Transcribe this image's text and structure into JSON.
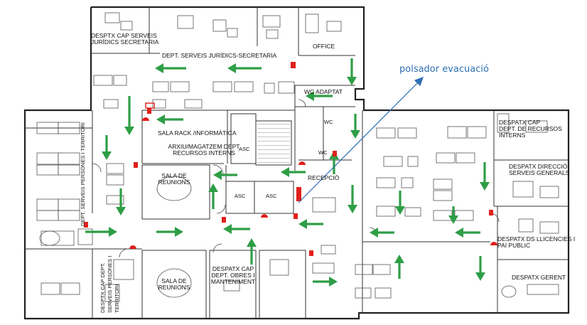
{
  "rooms": {
    "despatx_cap_serveis_juridics": [
      "DESPTX CAP SERVEIS",
      "JURÍDICS SECRETARIA"
    ],
    "dept_serveis_juridics": "DEPT. SERVEIS JURÍDICS-SECRETARIA",
    "office": "OFFICE",
    "wc_adaptat": "WC ADAPTAT",
    "wc_1": "WC",
    "wc_2": "WC",
    "sala_rack": "SALA RACK /INFORMÀTICA",
    "arxiu_magatzem": [
      "ARXIU/MAGATZEM DEPT",
      "RECURSOS INTERNS"
    ],
    "asc_1": "ASC",
    "asc_2": "ASC",
    "asc_3": "ASC",
    "recepcio": "RECEPCIÓ",
    "sala_reunions_1": [
      "SALA DE",
      "REUNIONS"
    ],
    "sala_reunions_2": [
      "SALA DE",
      "REUNIONS"
    ],
    "dept_serveis_persones": "DEPT. SERVEIS PERSONES I TERRITORI",
    "despatx_cap_dept": [
      "DESPTX CAP DEPT.",
      "SERVEIS PERSONES I",
      "TERRITORI"
    ],
    "despatx_cap_obres": [
      "DESPATX CAP",
      "DEPT. OBRES I",
      "MANTENIMENT"
    ],
    "despatx_direccio_recursos": [
      "DESPATX CAP",
      "DEPT. DE RECURSOS",
      "INTERNS"
    ],
    "despatx_direccio_serveis": [
      "DESPATX DIRECCIÓ",
      "SERVEIS GENERALS"
    ],
    "despatx_llicencies": [
      "DESPATX DS LLICENCIES I",
      "PAI PUBLIC"
    ],
    "despatx_gerent": "DESPATX GERENT"
  },
  "annotation": "polsador evacuació",
  "colors": {
    "arrow": "#2e9e46",
    "alarm": "#e0201b",
    "annotation": "#2e6fb5",
    "wall": "#222222",
    "furniture": "#555555"
  }
}
